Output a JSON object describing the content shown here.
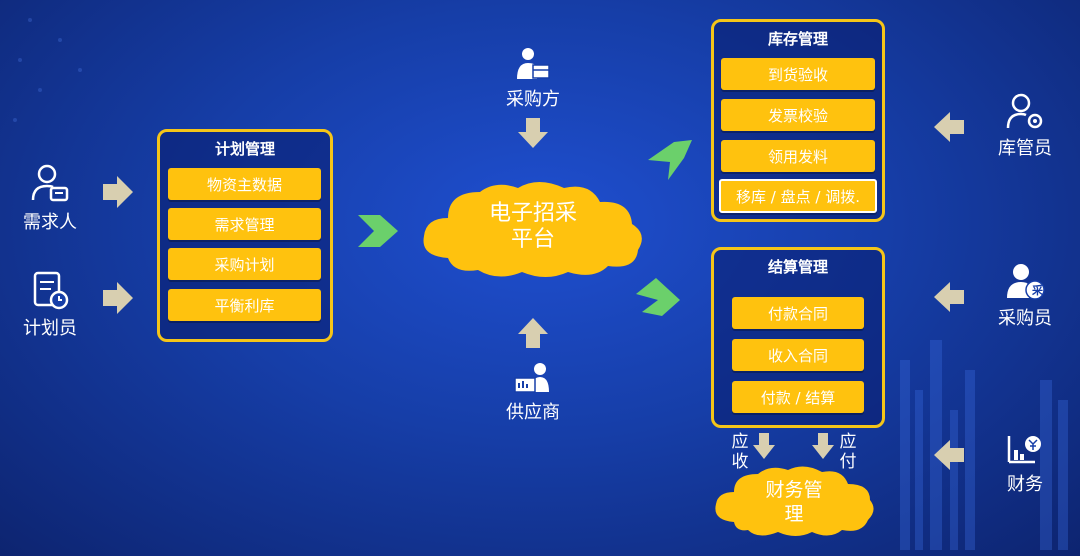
{
  "actors": {
    "demander": {
      "label": "需求人",
      "icon": "user-id-icon"
    },
    "planner": {
      "label": "计划员",
      "icon": "document-clock-icon"
    },
    "purchaser_top": {
      "label": "采购方",
      "icon": "person-box-icon"
    },
    "supplier": {
      "label": "供应商",
      "icon": "person-computer-icon"
    },
    "warehouse_keeper": {
      "label": "库管员",
      "icon": "user-gear-icon"
    },
    "buyer": {
      "label": "采购员",
      "icon": "user-badge-icon",
      "badge": "采"
    },
    "finance": {
      "label": "财务",
      "icon": "chart-yen-icon"
    }
  },
  "plan_panel": {
    "title": "计划管理",
    "items": [
      "物资主数据",
      "需求管理",
      "采购计划",
      "平衡利库"
    ]
  },
  "cloud_main": {
    "line1": "电子招采",
    "line2": "平台"
  },
  "inventory_panel": {
    "title": "库存管理",
    "items": [
      "到货验收",
      "发票校验",
      "领用发料",
      "移库 / 盘点 / 调拨."
    ]
  },
  "settlement_panel": {
    "title": "结算管理",
    "items": [
      "付款合同",
      "收入合同",
      "付款 / 结算"
    ]
  },
  "finance_flow": {
    "receivable": "应收",
    "payable": "应付",
    "cloud_line1": "财务管",
    "cloud_line2": "理"
  },
  "colors": {
    "accent_yellow": "#ffc20e",
    "border_yellow": "#f5c518",
    "arrow_beige": "#d8cfb0",
    "arrow_green": "#6bd06b",
    "background": "#163ea8"
  }
}
